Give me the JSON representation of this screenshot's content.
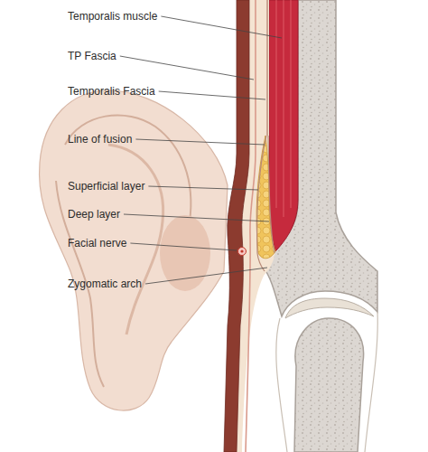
{
  "diagram": {
    "labels": [
      "Temporalis muscle",
      "TP Fascia",
      "Temporalis Fascia",
      "Line of fusion",
      "Superficial layer",
      "Deep layer",
      "Facial nerve",
      "Zygomatic arch"
    ]
  }
}
